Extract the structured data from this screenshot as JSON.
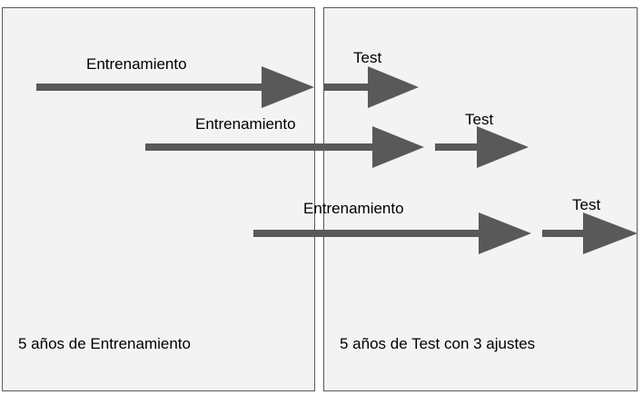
{
  "rows": [
    {
      "train_label": "Entrenamiento",
      "test_label": "Test"
    },
    {
      "train_label": "Entrenamiento",
      "test_label": "Test"
    },
    {
      "train_label": "Entrenamiento",
      "test_label": "Test"
    }
  ],
  "panels": {
    "left_caption": "5 años de Entrenamiento",
    "right_caption": "5 años de Test con 3 ajustes"
  },
  "colors": {
    "arrow": "#595959",
    "panel_fill": "#f3f3f3",
    "panel_border": "#595959",
    "text": "#000000"
  }
}
